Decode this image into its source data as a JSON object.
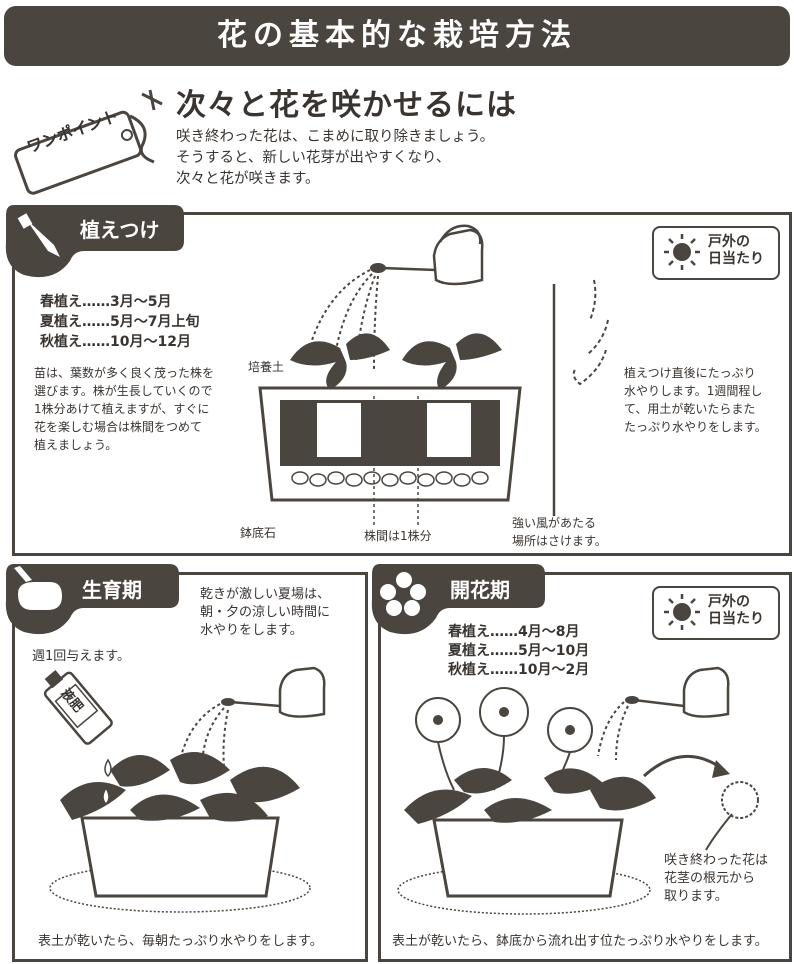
{
  "title": "花の基本的な栽培方法",
  "onepoint": {
    "tag": "ワンポイント",
    "heading": "次々と花を咲かせるには",
    "text": "咲き終わった花は、こまめに取り除きましょう。\nそうすると、新しい花芽が出やすくなり、\n次々と花が咲きます。"
  },
  "planting": {
    "heading": "植えつけ",
    "seasons": [
      "春植え……3月〜5月",
      "夏植え……5月〜7月上旬",
      "秋植え……10月〜12月"
    ],
    "note": "苗は、葉数が多く良く茂った株を\n選びます。株が生長していくので\n1株分あけて植えますが、すぐに\n花を楽しむ場合は株間をつめて\n植えましょう。",
    "label_soil": "培養土",
    "label_stone": "鉢底石",
    "label_spacing": "株間は1株分",
    "label_wind": "強い風があたる\n場所はさけます。",
    "water_note": "植えつけ直後にたっぷり\n水やりします。1週間程し\nて、用土が乾いたらまた\nたっぷり水やりをします。",
    "sun": "戸外の\n日当たり"
  },
  "growth": {
    "heading": "生育期",
    "summer_note": "乾きが激しい夏場は、\n朝・夕の涼しい時間に\n水やりをします。",
    "weekly": "週1回与えます。",
    "fertilizer_label": "液肥",
    "footer": "表土が乾いたら、毎朝たっぷり水やりをします。"
  },
  "flowering": {
    "heading": "開花期",
    "seasons": [
      "春植え……4月〜8月",
      "夏植え……5月〜10月",
      "秋植え……10月〜2月"
    ],
    "sun": "戸外の\n日当たり",
    "deadhead_note": "咲き終わった花は\n花茎の根元から\n取ります。",
    "footer": "表土が乾いたら、鉢底から流れ出す位たっぷり水やりをします。"
  },
  "colors": {
    "dark": "#4b4540",
    "text": "#3a3430"
  }
}
